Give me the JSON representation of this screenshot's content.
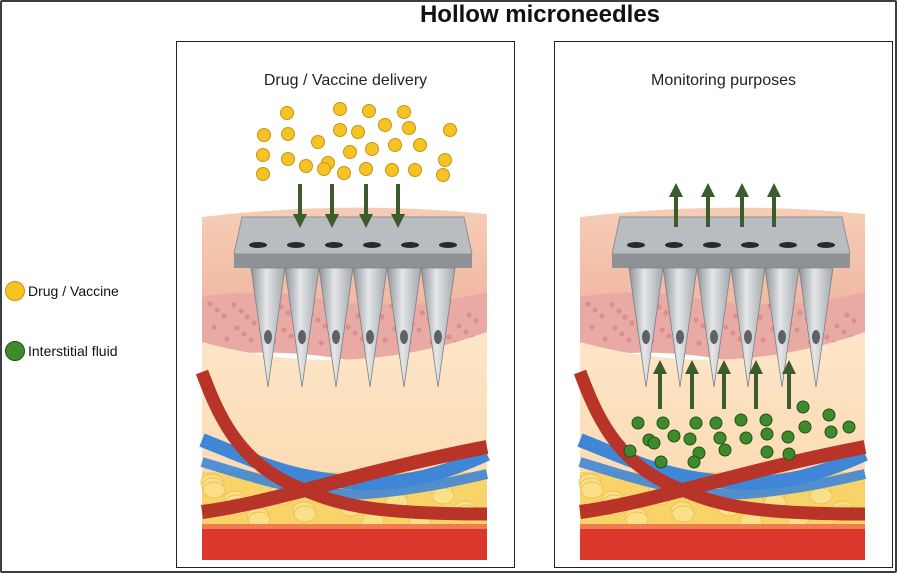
{
  "title": "Hollow microneedles",
  "legend": [
    {
      "label": "Drug / Vaccine",
      "color": "#f6c324",
      "stroke": "#c79514"
    },
    {
      "label": "Interstitial fluid",
      "color": "#3f8a2d",
      "stroke": "#22531a"
    }
  ],
  "panels": [
    {
      "id": "delivery",
      "title": "Drug / Vaccine delivery",
      "arrow_direction": "down"
    },
    {
      "id": "monitoring",
      "title": "Monitoring purposes",
      "arrow_direction": "up"
    }
  ],
  "colors": {
    "arrow": "#3d5c2d",
    "needle": "#b9bcc0",
    "blood_red": "#b83428",
    "vein_blue": "#3f86d6",
    "skin_top": "#f5c9b3",
    "dermis": "#e9aaa5",
    "fat": "#f8d36a"
  }
}
